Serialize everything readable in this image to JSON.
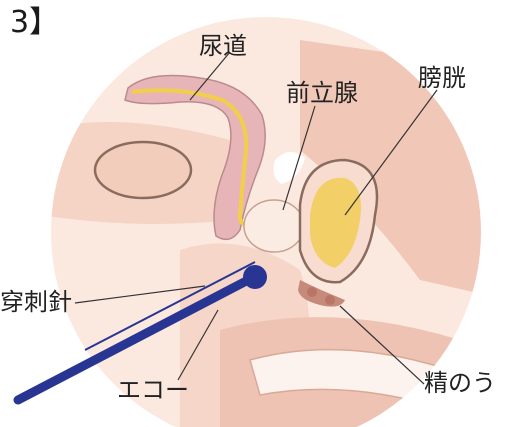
{
  "figure": {
    "number_label": "3】"
  },
  "labels": {
    "urethra": "尿道",
    "prostate": "前立腺",
    "bladder": "膀胱",
    "biopsy_needle": "穿刺針",
    "ultrasound_probe": "エコー",
    "seminal_vesicle": "精のう"
  },
  "colors": {
    "skin": "#f7dccf",
    "tissue_dark": "#ecc0b0",
    "urethra_fill": "#e7b5b7",
    "urethra_line": "#f2cf4a",
    "bladder_fill": "#f3d067",
    "probe": "#283593",
    "outline": "#8a6c5e"
  }
}
